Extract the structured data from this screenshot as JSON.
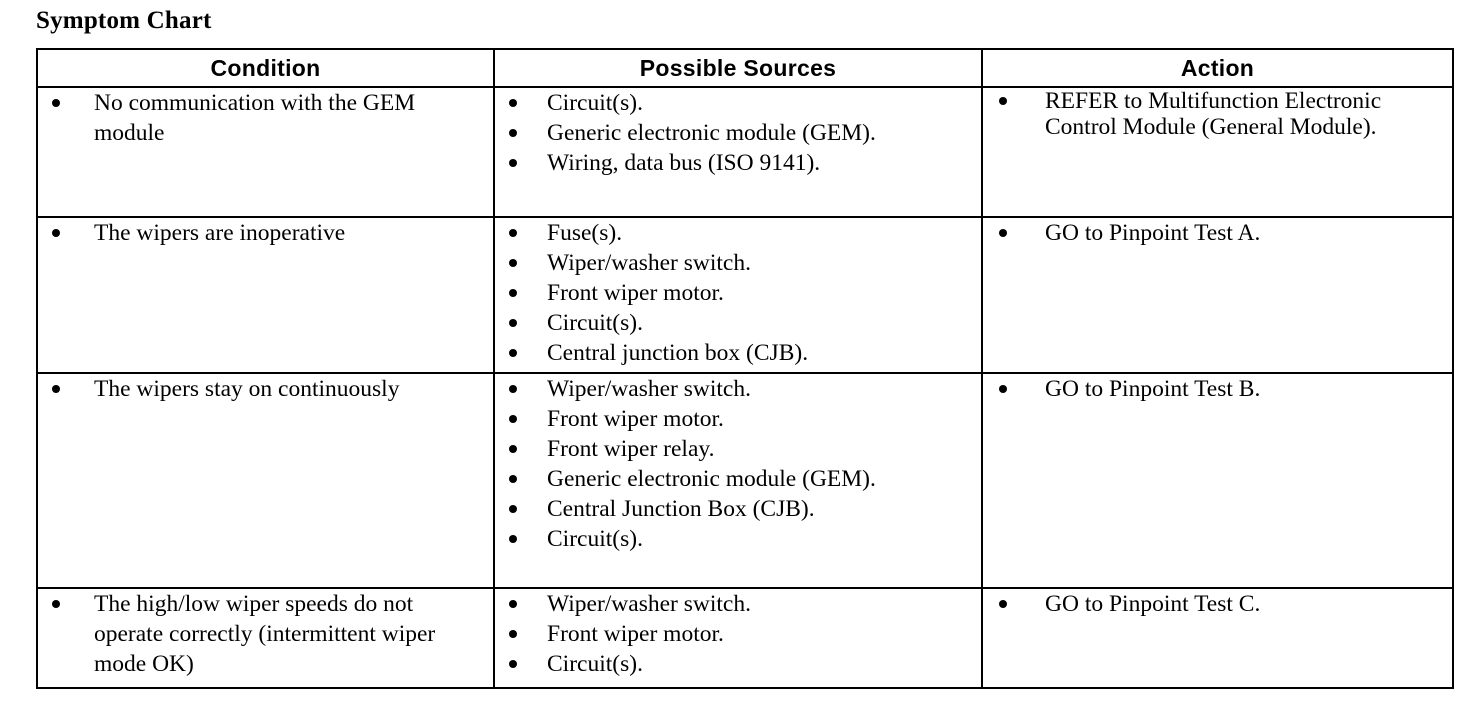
{
  "document": {
    "title": "Symptom Chart"
  },
  "table": {
    "headers": [
      {
        "label": "Condition"
      },
      {
        "label": "Possible Sources"
      },
      {
        "label": "Action"
      }
    ],
    "rows": [
      {
        "condition": [
          "No communication with the GEM module"
        ],
        "sources": [
          "Circuit(s).",
          "Generic electronic module (GEM).",
          "Wiring, data bus (ISO 9141)."
        ],
        "action": [
          "REFER to Multifunction Electronic Control Module (General Module)."
        ]
      },
      {
        "condition": [
          "The wipers are inoperative"
        ],
        "sources": [
          "Fuse(s).",
          "Wiper/washer switch.",
          "Front wiper motor.",
          "Circuit(s).",
          "Central junction box (CJB)."
        ],
        "action": [
          "GO to Pinpoint Test A."
        ]
      },
      {
        "condition": [
          "The wipers stay on continuously"
        ],
        "sources": [
          "Wiper/washer switch.",
          "Front wiper motor.",
          "Front wiper relay.",
          "Generic electronic module (GEM).",
          "Central Junction Box (CJB).",
          "Circuit(s)."
        ],
        "action": [
          "GO to Pinpoint Test B."
        ]
      },
      {
        "condition": [
          "The high/low wiper speeds do not operate correctly (intermittent wiper mode OK)"
        ],
        "sources": [
          "Wiper/washer switch.",
          "Front wiper motor.",
          "Circuit(s)."
        ],
        "action": [
          "GO to Pinpoint Test C."
        ]
      }
    ]
  },
  "colors": {
    "background": "#ffffff",
    "text": "#000000",
    "border": "#000000"
  }
}
